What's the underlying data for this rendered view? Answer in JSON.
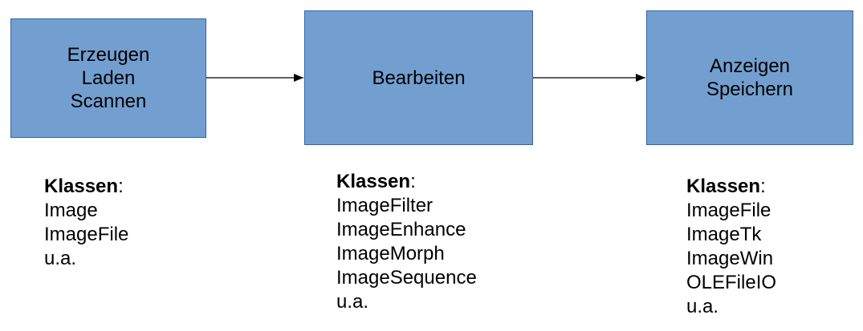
{
  "boxes": {
    "create": [
      "Erzeugen",
      "Laden",
      "Scannen"
    ],
    "edit": [
      "Bearbeiten"
    ],
    "show": [
      "Anzeigen",
      "Speichern"
    ]
  },
  "classes_heading": {
    "bold": "Klassen",
    "suffix": ":"
  },
  "classes": {
    "create": [
      "Image",
      "ImageFile",
      "u.a."
    ],
    "edit": [
      "ImageFilter",
      "ImageEnhance",
      "ImageMorph",
      "ImageSequence",
      "u.a."
    ],
    "show": [
      "ImageFile",
      "ImageTk",
      "ImageWin",
      "OLEFileIO",
      "u.a."
    ]
  }
}
